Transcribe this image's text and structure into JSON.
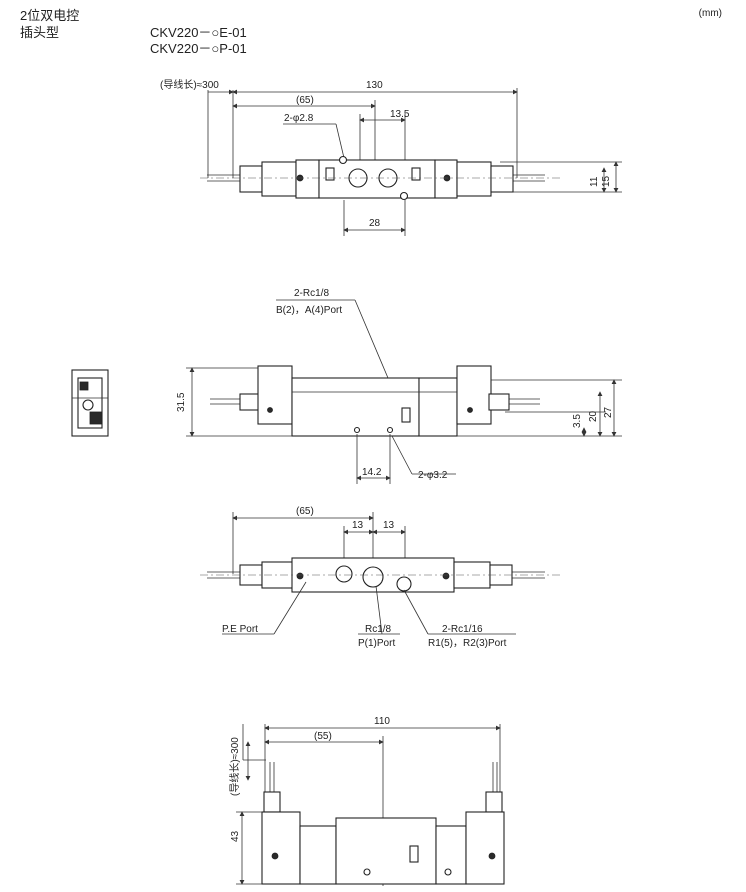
{
  "header": {
    "title_line1": "2位双电控",
    "title_line2": "插头型",
    "model1": "CKV220－○E-01",
    "model2": "CKV220－○P-01",
    "unit": "(mm)"
  },
  "top_view": {
    "lead_label": "(导线长)≈300",
    "overall_length": "130",
    "half_length": "(65)",
    "mount_holes": "2-φ2.8",
    "pitch": "13.5",
    "hole_spacing": "28",
    "height_a": "11",
    "height_b": "15"
  },
  "front_view": {
    "port_callout_1": "2-Rc1/8",
    "port_callout_2": "B(2)，A(4)Port",
    "height": "31.5",
    "dim_a": "3.5",
    "dim_b": "20",
    "dim_c": "27",
    "dim_d": "14.2",
    "hole_callout": "2-φ3.2"
  },
  "bottom_view": {
    "half_length": "(65)",
    "pitch_a": "13",
    "pitch_b": "13",
    "pe_port": "P.E Port",
    "p_port_size": "Rc1/8",
    "p_port": "P(1)Port",
    "r_port_size": "2-Rc1/16",
    "r_port": "R1(5)，R2(3)Port"
  },
  "side_view": {
    "overall_length": "110",
    "half_length": "(55)",
    "lead_label": "(导线长)≈300",
    "height": "43"
  }
}
